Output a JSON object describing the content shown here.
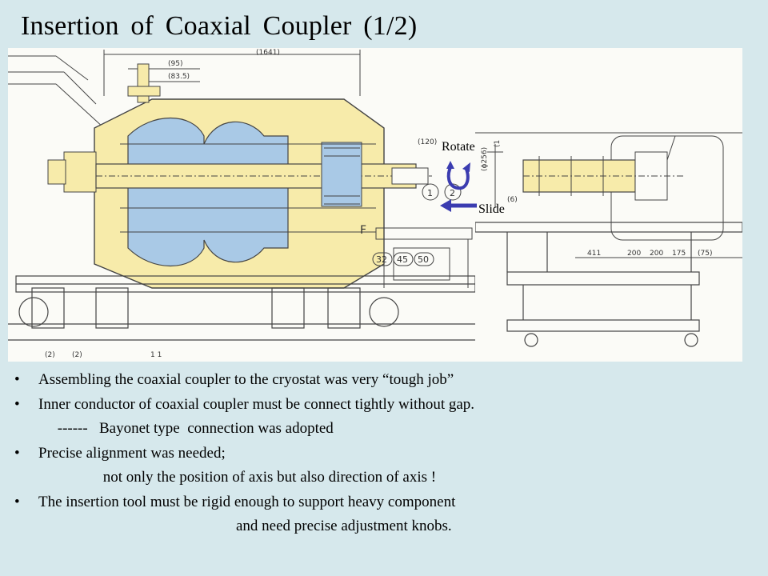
{
  "slide": {
    "title": "Insertion of Coaxial Coupler (1/2)"
  },
  "figure": {
    "annotations": {
      "rotate": "Rotate",
      "slide": "Slide"
    },
    "callouts": [
      "1",
      "2"
    ],
    "part_labels": [
      "32",
      "45",
      "50"
    ],
    "dimensions_top": [
      "(95)",
      "(83.5)",
      "(1641)",
      "(120)"
    ],
    "dimensions_bottom": [
      "411",
      "200",
      "200",
      "175",
      "(75)"
    ],
    "dimensions_side": [
      "(ϕ256)",
      "(6)",
      "(1"
    ],
    "letter_label": "F",
    "lower_labels": [
      "(2)",
      "(2)",
      "1 1"
    ]
  },
  "bullets": [
    {
      "text": "Assembling the coaxial coupler to the cryostat was very “tough job”"
    },
    {
      "text": "Inner conductor of coaxial coupler must be connect tightly without gap."
    },
    {
      "continuation": "     ------   Bayonet type  connection was adopted"
    },
    {
      "text": "Precise alignment was needed;"
    },
    {
      "continuation": "                 not only the position of axis but also direction of axis !"
    },
    {
      "text": "The insertion tool must be rigid enough to support heavy component"
    },
    {
      "continuation": "                                                    and need precise adjustment knobs."
    }
  ],
  "colors": {
    "background": "#d6e8ec",
    "cryostat_fill": "#f7ebaa",
    "cavity_fill": "#a9c9e6",
    "arrow": "#3b3cb0",
    "line": "#444444"
  }
}
